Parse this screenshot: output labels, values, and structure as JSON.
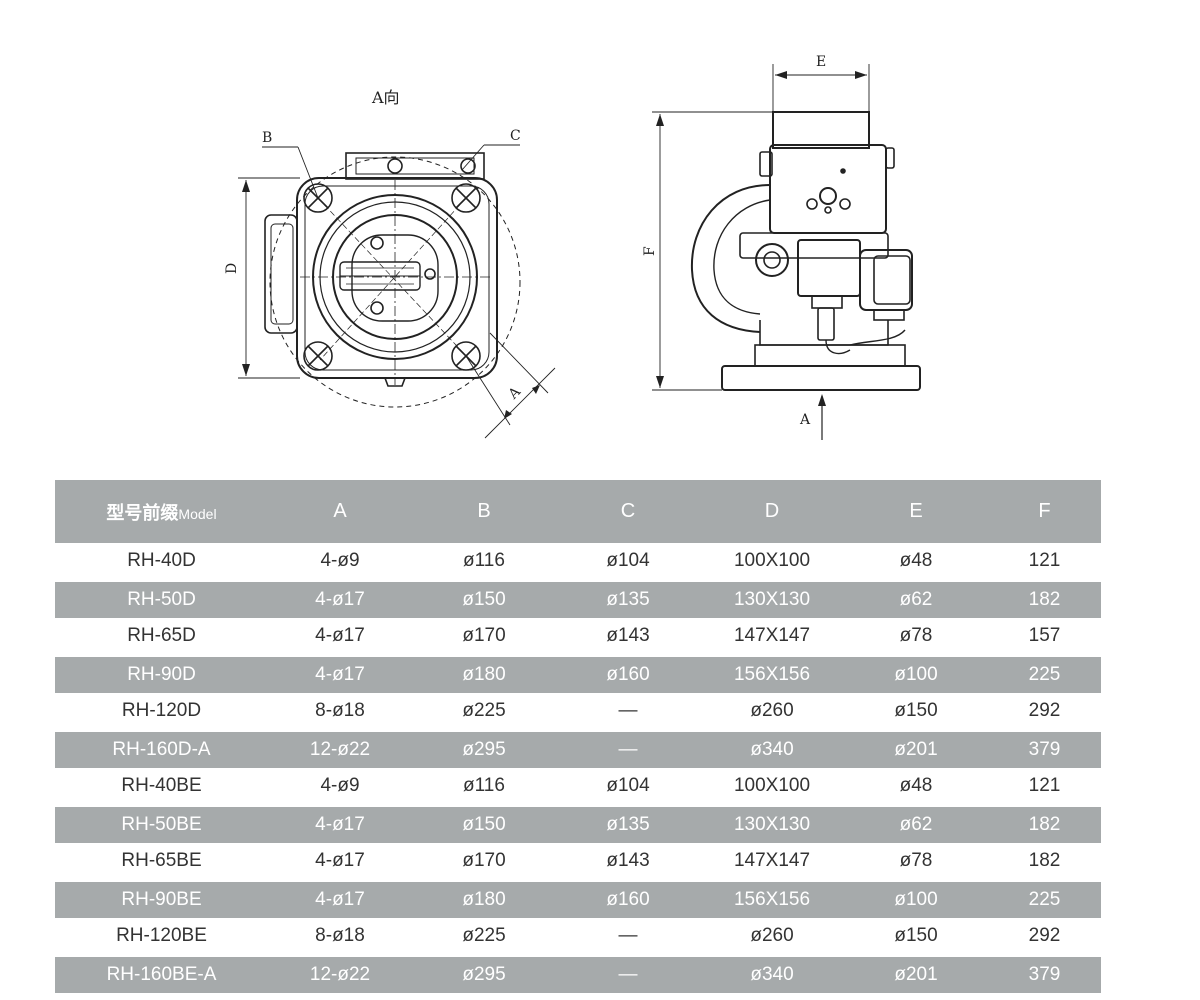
{
  "drawing": {
    "front_view_title": "A向",
    "labels": {
      "b": "B",
      "c": "C",
      "d": "D",
      "a": "A",
      "e": "E",
      "f": "F",
      "arrow_a": "A"
    }
  },
  "table": {
    "header": {
      "model_cn": "型号前缀",
      "model_en": "Model",
      "cols": [
        "A",
        "B",
        "C",
        "D",
        "E",
        "F"
      ]
    },
    "rows": [
      [
        "RH-40D",
        "4-ø9",
        "ø116",
        "ø104",
        "100X100",
        "ø48",
        "121"
      ],
      [
        "RH-50D",
        "4-ø17",
        "ø150",
        "ø135",
        "130X130",
        "ø62",
        "182"
      ],
      [
        "RH-65D",
        "4-ø17",
        "ø170",
        "ø143",
        "147X147",
        "ø78",
        "157"
      ],
      [
        "RH-90D",
        "4-ø17",
        "ø180",
        "ø160",
        "156X156",
        "ø100",
        "225"
      ],
      [
        "RH-120D",
        "8-ø18",
        "ø225",
        "—",
        "ø260",
        "ø150",
        "292"
      ],
      [
        "RH-160D-A",
        "12-ø22",
        "ø295",
        "—",
        "ø340",
        "ø201",
        "379"
      ],
      [
        "RH-40BE",
        "4-ø9",
        "ø116",
        "ø104",
        "100X100",
        "ø48",
        "121"
      ],
      [
        "RH-50BE",
        "4-ø17",
        "ø150",
        "ø135",
        "130X130",
        "ø62",
        "182"
      ],
      [
        "RH-65BE",
        "4-ø17",
        "ø170",
        "ø143",
        "147X147",
        "ø78",
        "182"
      ],
      [
        "RH-90BE",
        "4-ø17",
        "ø180",
        "ø160",
        "156X156",
        "ø100",
        "225"
      ],
      [
        "RH-120BE",
        "8-ø18",
        "ø225",
        "—",
        "ø260",
        "ø150",
        "292"
      ],
      [
        "RH-160BE-A",
        "12-ø22",
        "ø295",
        "—",
        "ø340",
        "ø201",
        "379"
      ]
    ]
  },
  "colors": {
    "header_bg": "#a6aaab",
    "alt_row_bg": "#a6aaab",
    "line": "#222222"
  }
}
